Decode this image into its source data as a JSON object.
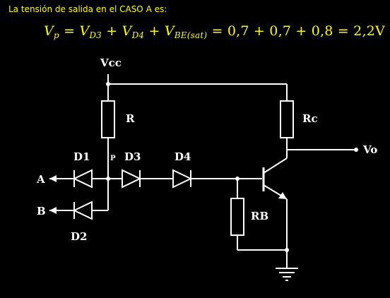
{
  "header": {
    "intro_text": "La tensión de salida en el CASO A es:"
  },
  "formula": {
    "lhs": "V",
    "lhs_sub": "p",
    "term1": "V",
    "term1_sub": "D3",
    "term2": "V",
    "term2_sub": "D4",
    "term3": "V",
    "term3_sub": "BE(sat)",
    "values_expr": "0,7 + 0,7 + 0,8",
    "result": "2,2V"
  },
  "circuit": {
    "vcc_label": "Vcc",
    "resistor_r_label": "R",
    "resistor_rc_label": "Rc",
    "resistor_rb_label": "RB",
    "output_label": "Vo",
    "node_p_label": "P",
    "diode_d1_label": "D1",
    "diode_d2_label": "D2",
    "diode_d3_label": "D3",
    "diode_d4_label": "D4",
    "input_a_label": "A",
    "input_b_label": "B",
    "colors": {
      "background": "#000000",
      "text_accent": "#ffff00",
      "circuit": "#ffffff"
    }
  }
}
